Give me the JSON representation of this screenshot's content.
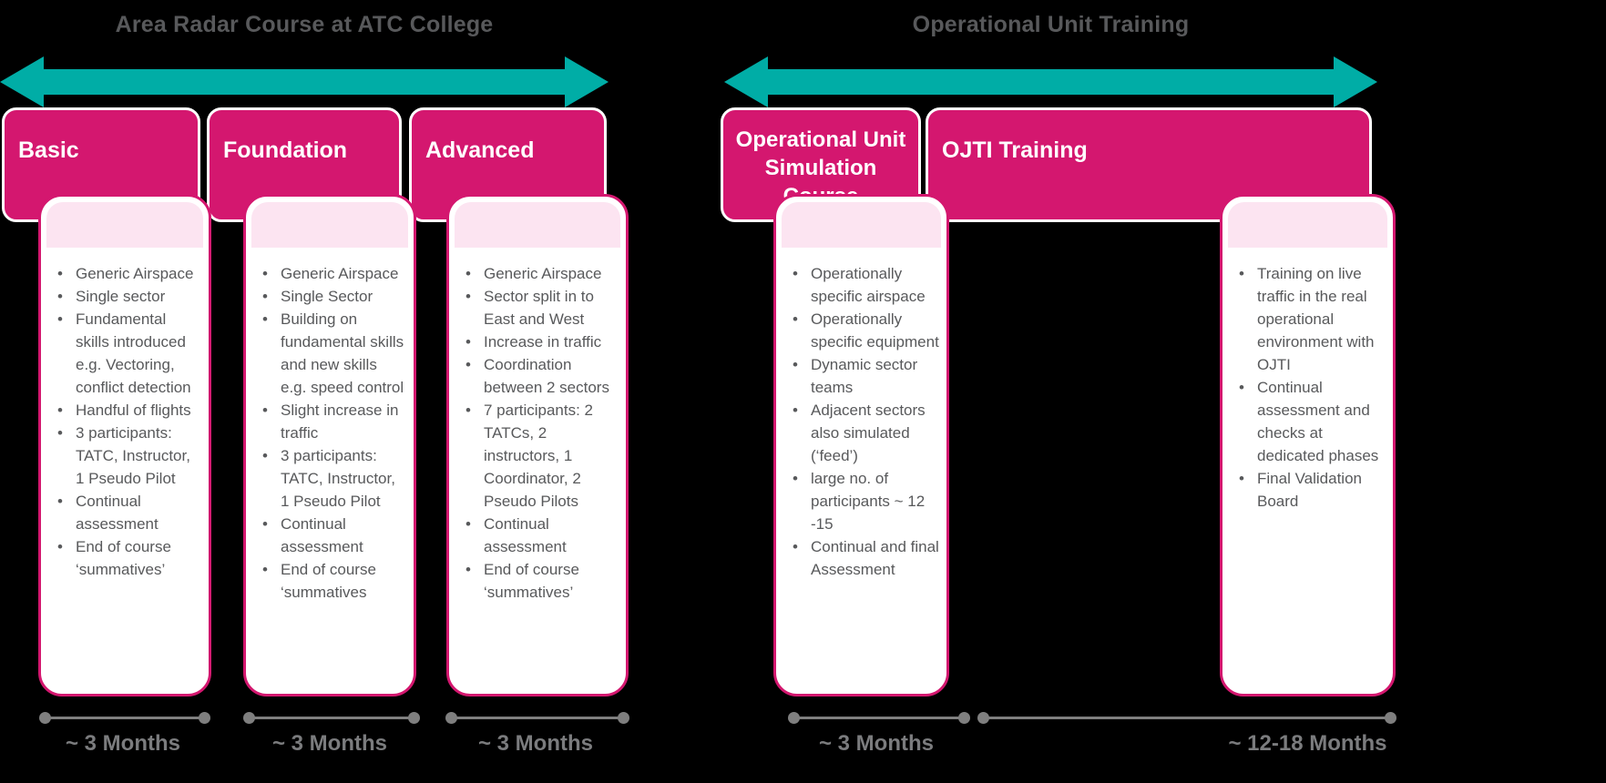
{
  "colors": {
    "background": "#000000",
    "pink": "#d4176f",
    "pale_pink": "#fce4f1",
    "teal": "#00ada6",
    "text_gray": "#58595b",
    "muted_gray": "#7f7f7f",
    "white": "#ffffff"
  },
  "icons": {
    "timeline_arrow": "double-headed-arrow",
    "duration_line": "line-with-end-dots"
  },
  "sections": [
    {
      "title": "Area Radar Course at ATC College"
    },
    {
      "title": "Operational Unit Training"
    }
  ],
  "cards": [
    {
      "header": "Basic",
      "bullets": [
        "Generic Airspace",
        "Single sector",
        "Fundamental skills introduced e.g. Vectoring, conflict detection",
        "Handful of flights",
        "3 participants: TATC, Instructor, 1 Pseudo Pilot",
        "Continual assessment",
        "End of course ‘summatives’"
      ],
      "duration": "~ 3 Months"
    },
    {
      "header": "Foundation",
      "bullets": [
        "Generic Airspace",
        "Single Sector",
        "Building on fundamental skills and new skills e.g. speed control",
        "Slight increase in traffic",
        "3 participants: TATC, Instructor, 1 Pseudo Pilot",
        "Continual assessment",
        "End of course ‘summatives"
      ],
      "duration": "~ 3 Months"
    },
    {
      "header": "Advanced",
      "bullets": [
        "Generic Airspace",
        "Sector split in to East and West",
        "Increase in traffic",
        "Coordination between 2 sectors",
        "7 participants: 2 TATCs, 2 instructors, 1 Coordinator, 2 Pseudo Pilots",
        "Continual assessment",
        "End of course ‘summatives’"
      ],
      "duration": "~ 3 Months"
    },
    {
      "header": "Operational Unit Simulation Course",
      "bullets": [
        "Operationally specific airspace",
        "Operationally specific equipment",
        "Dynamic sector teams",
        "Adjacent sectors also simulated (‘feed’)",
        "large no. of participants ~ 12 -15",
        "Continual and final Assessment"
      ],
      "duration": "~ 3 Months"
    },
    {
      "header": "OJTI Training",
      "bullets": [
        "Training on live traffic in the real operational environment with OJTI",
        "Continual assessment and checks at dedicated phases",
        "Final Validation Board"
      ],
      "duration": "~ 12-18 Months"
    }
  ]
}
